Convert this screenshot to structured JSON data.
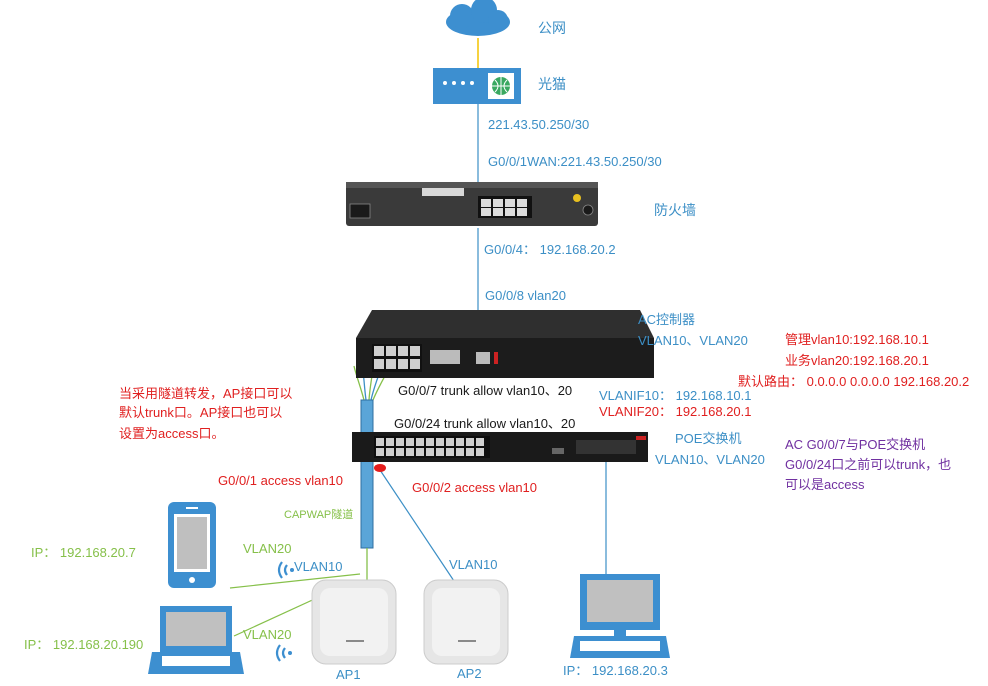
{
  "nodes": {
    "internet": "公网",
    "modem": "光猫",
    "firewall": "防火墙",
    "ac": "AC控制器",
    "ac_vlans": "VLAN10、VLAN20",
    "poe": "POE交换机",
    "poe_vlans": "VLAN10、VLAN20",
    "ap1": "AP1",
    "ap2": "AP2"
  },
  "links": {
    "modem_ip": "221.43.50.250/30",
    "fw_wan": "G0/0/1WAN:221.43.50.250/30",
    "fw_lan": "G0/0/4：  192.168.20.2",
    "ac_uplink": "G0/0/8 vlan20",
    "ac_g007": "G0/0/7  trunk allow vlan10、20",
    "poe_g0024": "G0/0/24  trunk allow vlan10、20",
    "poe_g001": "G0/0/1 access vlan10",
    "poe_g002": "G0/0/2 access vlan10",
    "capwap": "CAPWAP隧道",
    "vlan10_ap1": "VLAN10",
    "vlan10_ap2": "VLAN10",
    "vlan20_phone": "VLAN20",
    "vlan20_laptop": "VLAN20"
  },
  "vlanif": {
    "vlanif10": "VLANIF10：  192.168.10.1",
    "vlanif20": "VLANIF20：  192.168.20.1"
  },
  "notes": {
    "mgmt": "管理vlan10:192.168.10.1",
    "biz": "业务vlan20:192.168.20.1",
    "route": "默认路由：  0.0.0.0 0.0.0.0 192.168.20.2",
    "tunnel_1": "当采用隧道转发，AP接口可以",
    "tunnel_2": "默认trunk口。AP接口也可以",
    "tunnel_3": "设置为access口。",
    "ac_poe_1": "AC G0/0/7与POE交换机",
    "ac_poe_2": "G0/0/24口之前可以trunk，也",
    "ac_poe_3": "可以是access"
  },
  "clients": {
    "phone_ip": "IP：  192.168.20.7",
    "laptop_ip": "IP：  192.168.20.190",
    "pc_ip": "IP：  192.168.20.3"
  },
  "colors": {
    "link_blue": "#3c8fc6",
    "note_red": "#e02020",
    "note_green": "#86c04a",
    "note_purple": "#7030a0",
    "uplink_yellow": "#f2c200",
    "device_dark": "#2b2b2b"
  }
}
